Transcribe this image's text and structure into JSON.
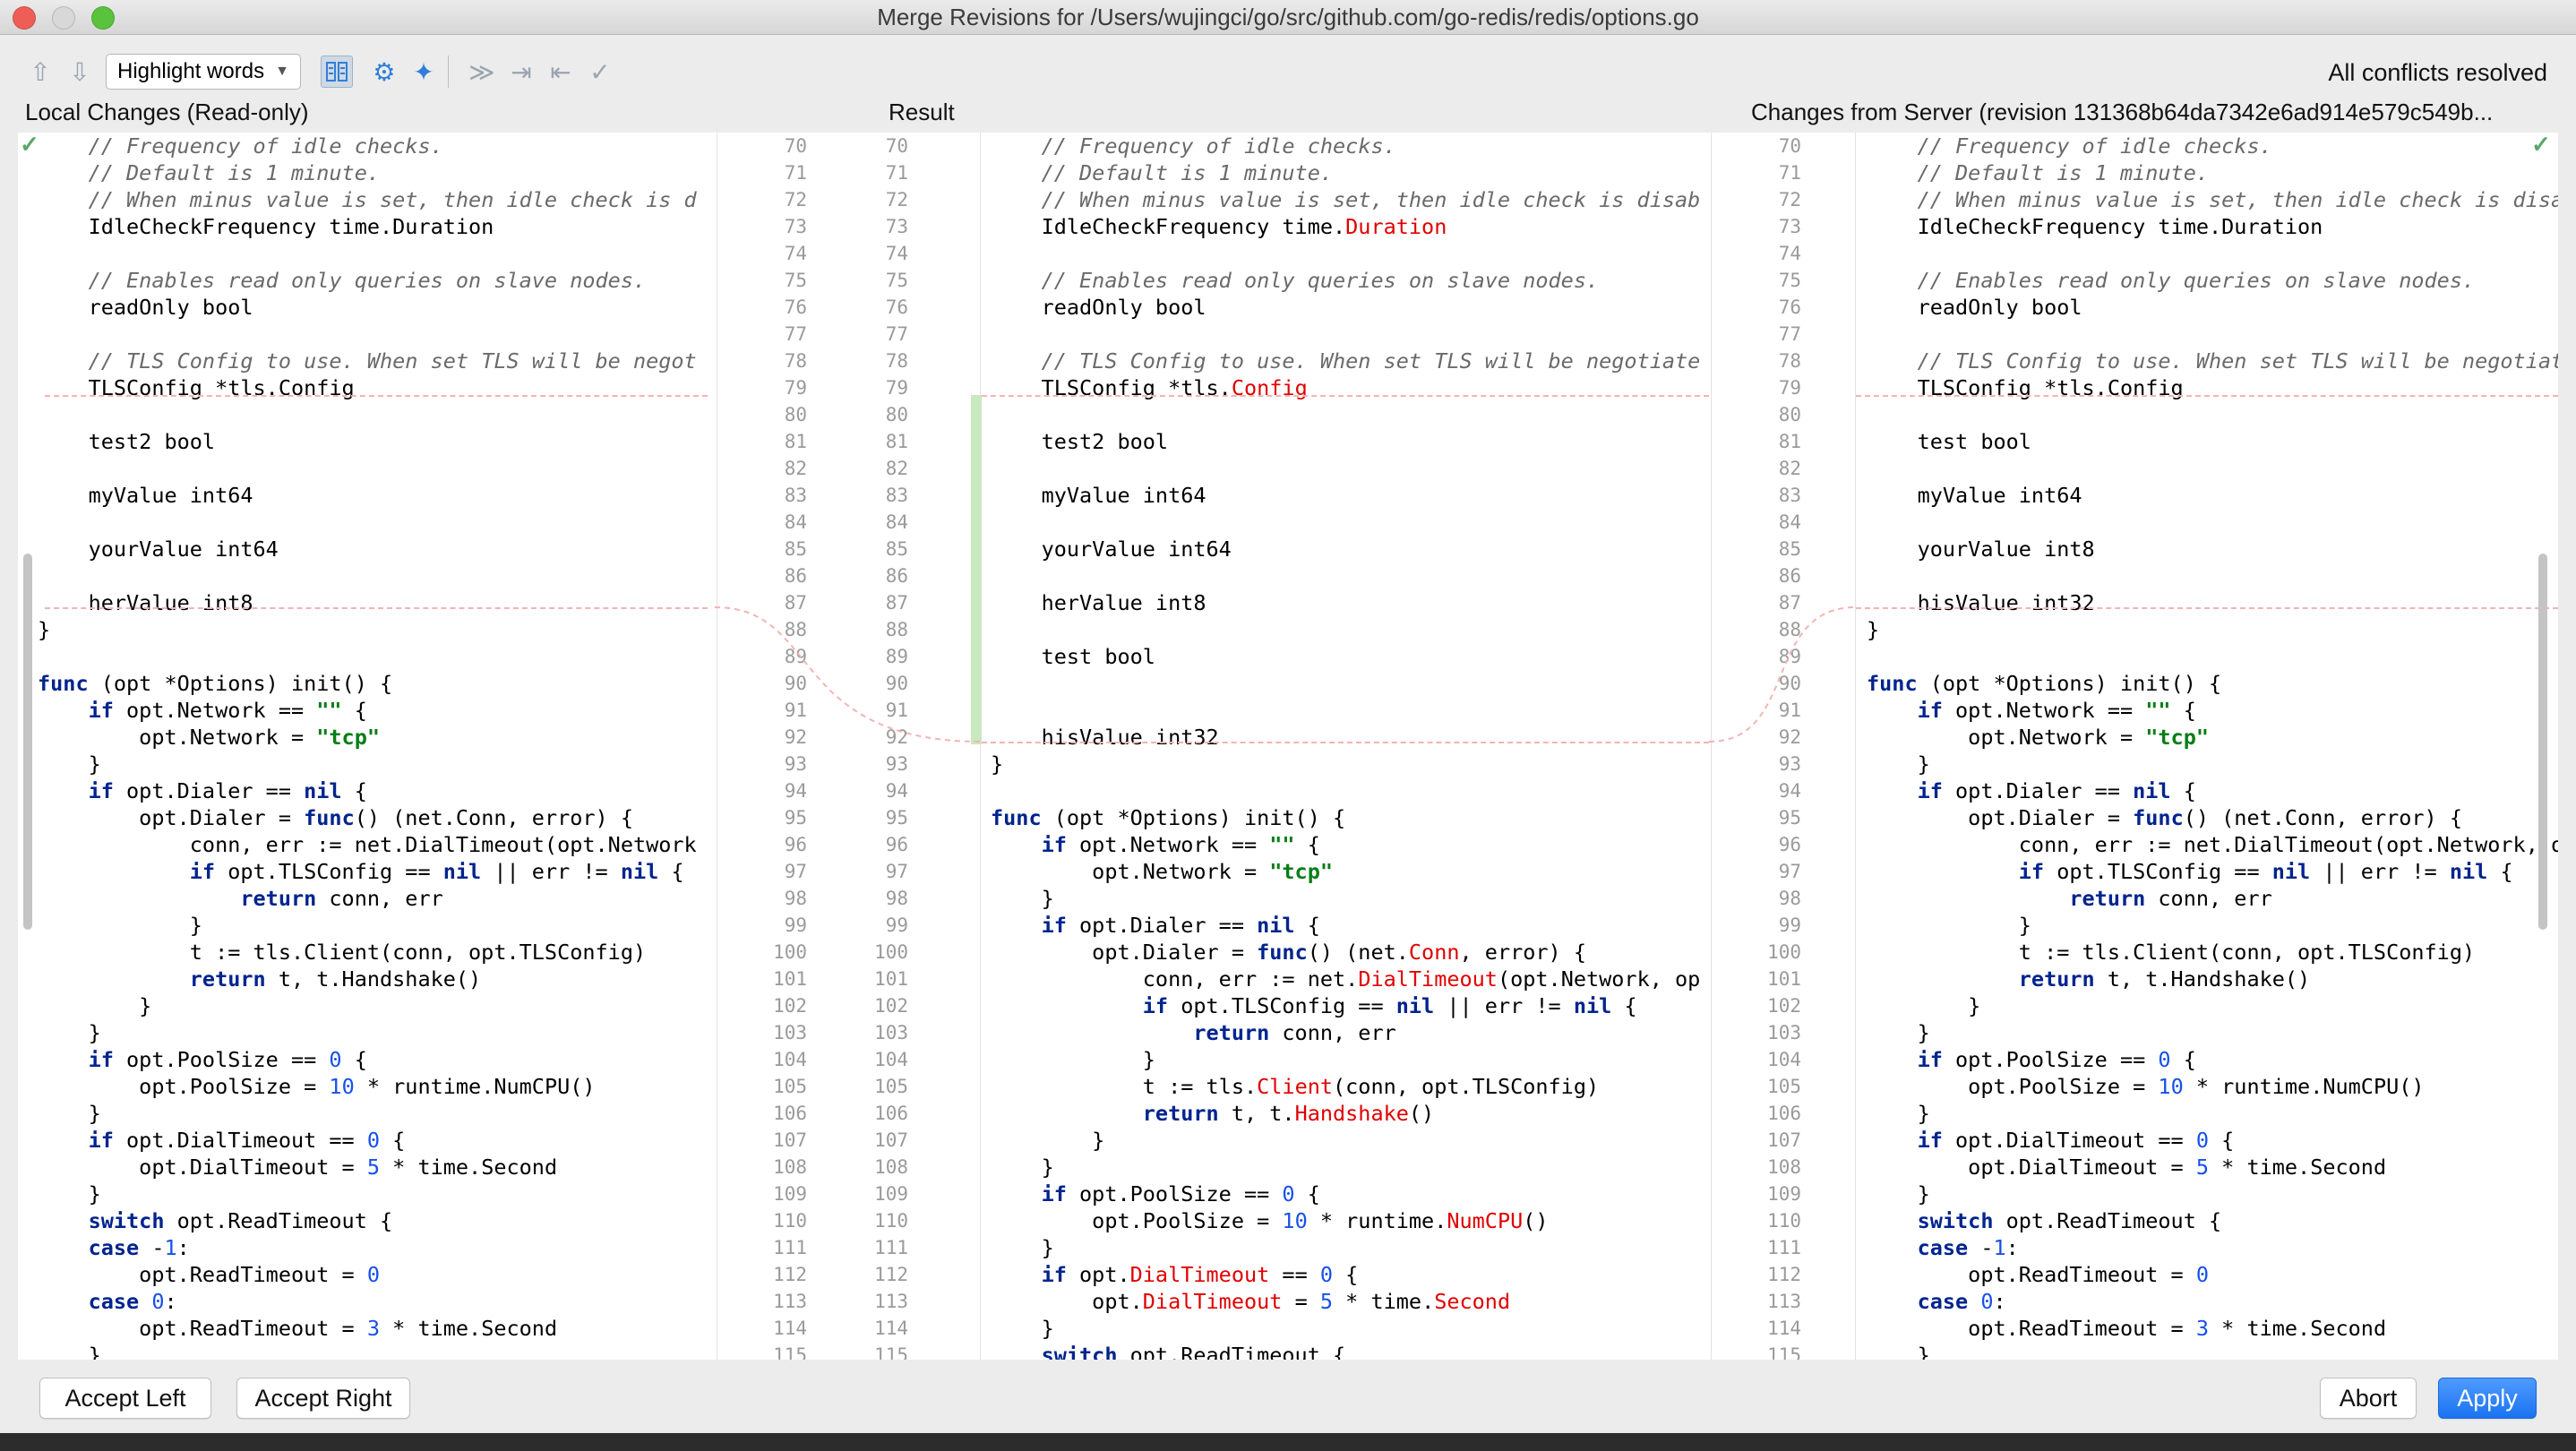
{
  "window": {
    "title": "Merge Revisions for /Users/wujingci/go/src/github.com/go-redis/redis/options.go"
  },
  "toolbar": {
    "highlight_label": "Highlight words",
    "status": "All conflicts resolved",
    "icons": [
      "arrow-up-icon",
      "arrow-down-icon",
      "highlight-select",
      "side-by-side-icon",
      "gear-icon",
      "magic-resolve-icon",
      "accept-left-icon",
      "apply-non-conflicting-icon",
      "accept-right-icon",
      "resolve-icon"
    ]
  },
  "panes": {
    "left_title": "Local Changes (Read-only)",
    "center_title": "Result",
    "right_title": "Changes from Server (revision 131368b64da7342e6ad914e579c549b..."
  },
  "left_lines": [
    "    // Frequency of idle checks.",
    "    // Default is 1 minute.",
    "    // When minus value is set, then idle check is d",
    "    IdleCheckFrequency time.Duration",
    "",
    "    // Enables read only queries on slave nodes.",
    "    readOnly bool",
    "",
    "    // TLS Config to use. When set TLS will be negot",
    "    TLSConfig *tls.Config",
    "",
    "    test2 bool",
    "",
    "    myValue int64",
    "",
    "    yourValue int64",
    "",
    "    herValue int8",
    "}",
    "",
    "func (opt *Options) init() {",
    "    if opt.Network == \"\" {",
    "        opt.Network = \"tcp\"",
    "    }",
    "    if opt.Dialer == nil {",
    "        opt.Dialer = func() (net.Conn, error) {",
    "            conn, err := net.DialTimeout(opt.Network",
    "            if opt.TLSConfig == nil || err != nil {",
    "                return conn, err",
    "            }",
    "            t := tls.Client(conn, opt.TLSConfig)",
    "            return t, t.Handshake()",
    "        }",
    "    }",
    "    if opt.PoolSize == 0 {",
    "        opt.PoolSize = 10 * runtime.NumCPU()",
    "    }",
    "    if opt.DialTimeout == 0 {",
    "        opt.DialTimeout = 5 * time.Second",
    "    }",
    "    switch opt.ReadTimeout {",
    "    case -1:",
    "        opt.ReadTimeout = 0",
    "    case 0:",
    "        opt.ReadTimeout = 3 * time.Second",
    "    }"
  ],
  "center_lines": [
    "    // Frequency of idle checks.",
    "    // Default is 1 minute.",
    "    // When minus value is set, then idle check is disab",
    "    IdleCheckFrequency time.Duration",
    "",
    "    // Enables read only queries on slave nodes.",
    "    readOnly bool",
    "",
    "    // TLS Config to use. When set TLS will be negotiate",
    "    TLSConfig *tls.Config",
    "",
    "    test2 bool",
    "",
    "    myValue int64",
    "",
    "    yourValue int64",
    "",
    "    herValue int8",
    "",
    "    test bool",
    "",
    "",
    "    hisValue int32",
    "}",
    "",
    "func (opt *Options) init() {",
    "    if opt.Network == \"\" {",
    "        opt.Network = \"tcp\"",
    "    }",
    "    if opt.Dialer == nil {",
    "        opt.Dialer = func() (net.Conn, error) {",
    "            conn, err := net.DialTimeout(opt.Network, op",
    "            if opt.TLSConfig == nil || err != nil {",
    "                return conn, err",
    "            }",
    "            t := tls.Client(conn, opt.TLSConfig)",
    "            return t, t.Handshake()",
    "        }",
    "    }",
    "    if opt.PoolSize == 0 {",
    "        opt.PoolSize = 10 * runtime.NumCPU()",
    "    }",
    "    if opt.DialTimeout == 0 {",
    "        opt.DialTimeout = 5 * time.Second",
    "    }",
    "    switch opt.ReadTimeout {"
  ],
  "right_lines": [
    "    // Frequency of idle checks.",
    "    // Default is 1 minute.",
    "    // When minus value is set, then idle check is disa",
    "    IdleCheckFrequency time.Duration",
    "",
    "    // Enables read only queries on slave nodes.",
    "    readOnly bool",
    "",
    "    // TLS Config to use. When set TLS will be negotiat",
    "    TLSConfig *tls.Config",
    "",
    "    test bool",
    "",
    "    myValue int64",
    "",
    "    yourValue int8",
    "",
    "    hisValue int32",
    "}",
    "",
    "func (opt *Options) init() {",
    "    if opt.Network == \"\" {",
    "        opt.Network = \"tcp\"",
    "    }",
    "    if opt.Dialer == nil {",
    "        opt.Dialer = func() (net.Conn, error) {",
    "            conn, err := net.DialTimeout(opt.Network, o",
    "            if opt.TLSConfig == nil || err != nil {",
    "                return conn, err",
    "            }",
    "            t := tls.Client(conn, opt.TLSConfig)",
    "            return t, t.Handshake()",
    "        }",
    "    }",
    "    if opt.PoolSize == 0 {",
    "        opt.PoolSize = 10 * runtime.NumCPU()",
    "    }",
    "    if opt.DialTimeout == 0 {",
    "        opt.DialTimeout = 5 * time.Second",
    "    }",
    "    switch opt.ReadTimeout {",
    "    case -1:",
    "        opt.ReadTimeout = 0",
    "    case 0:",
    "        opt.ReadTimeout = 3 * time.Second",
    "    }"
  ],
  "gutter_left": {
    "start": 70,
    "end": 115
  },
  "gutter_center": {
    "start": 70,
    "end": 115
  },
  "gutter_right": {
    "start": 70,
    "end": 115
  },
  "buttons": {
    "accept_left": "Accept Left",
    "accept_right": "Accept Right",
    "abort": "Abort",
    "apply": "Apply"
  }
}
